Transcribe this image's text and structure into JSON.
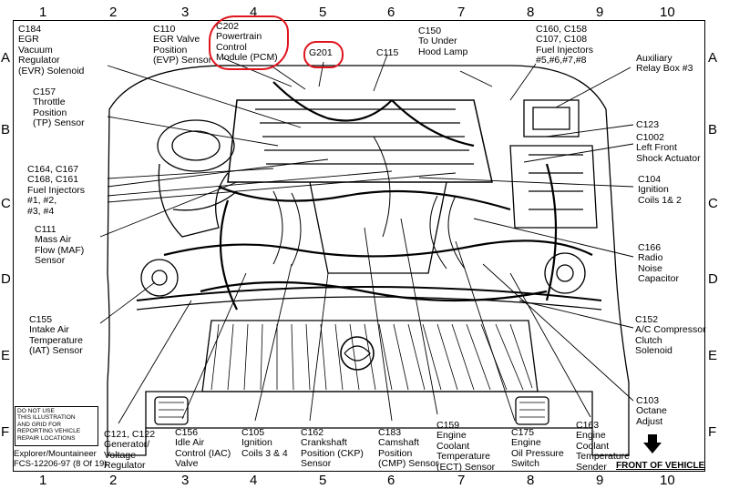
{
  "grid": {
    "columns": [
      "1",
      "2",
      "3",
      "4",
      "5",
      "6",
      "7",
      "8",
      "9",
      "10"
    ],
    "rows": [
      "A",
      "B",
      "C",
      "D",
      "E",
      "F"
    ]
  },
  "labels": {
    "c184": "C184\nEGR\nVacuum\nRegulator\n(EVR) Solenoid",
    "c110": "C110\nEGR Valve\nPosition\n(EVP) Sensor",
    "c202": "C202\nPowertrain\nControl\nModule (PCM)",
    "g201": "G201",
    "c115": "C115",
    "c150": "C150\nTo Under\nHood Lamp",
    "c160": "C160, C158\nC107, C108\nFuel Injectors\n#5,#6,#7,#8",
    "aux": "Auxiliary\nRelay Box #3",
    "c157": "C157\nThrottle\nPosition\n(TP) Sensor",
    "c123": "C123",
    "c1002": "C1002\nLeft Front\nShock Actuator",
    "c164": "C164, C167\nC168, C161\nFuel Injectors\n#1, #2,\n#3, #4",
    "c104": "C104\nIgnition\nCoils 1& 2",
    "c111": "C111\nMass Air\nFlow (MAF)\nSensor",
    "c166": "C166\nRadio\nNoise\nCapacitor",
    "c155": "C155\nIntake Air\nTemperature\n(IAT) Sensor",
    "c152": "C152\nA/C Compressor\nClutch\nSolenoid",
    "c103": "C103\nOctane\nAdjust",
    "c121": "C121, C122\nGenerator/\nVoltage\nRegulator",
    "c156": "C156\nIdle Air\nControl (IAC)\nValve",
    "c105": "C105\nIgnition\nCoils 3 & 4",
    "c162": "C162\nCrankshaft\nPosition (CKP)\nSensor",
    "c183": "C183\nCamshaft\nPosition\n(CMP) Sensor",
    "c159": "C159\nEngine\nCoolant\nTemperature\n(ECT) Sensor",
    "c175": "C175\nEngine\nOil Pressure\nSwitch",
    "c163": "C163\nEngine\nCoolant\nTemperature\nSender"
  },
  "note": "DO NOT USE\nTHIS ILLUSTRATION\nAND GRID FOR\nREPORTING VEHICLE\nREPAIR LOCATIONS",
  "doc_ref": "Explorer/Mountaineer\nFCS-12206-97 (8 Of 19)",
  "front_label": "FRONT OF VEHICLE",
  "highlight_color": "#e0141d"
}
